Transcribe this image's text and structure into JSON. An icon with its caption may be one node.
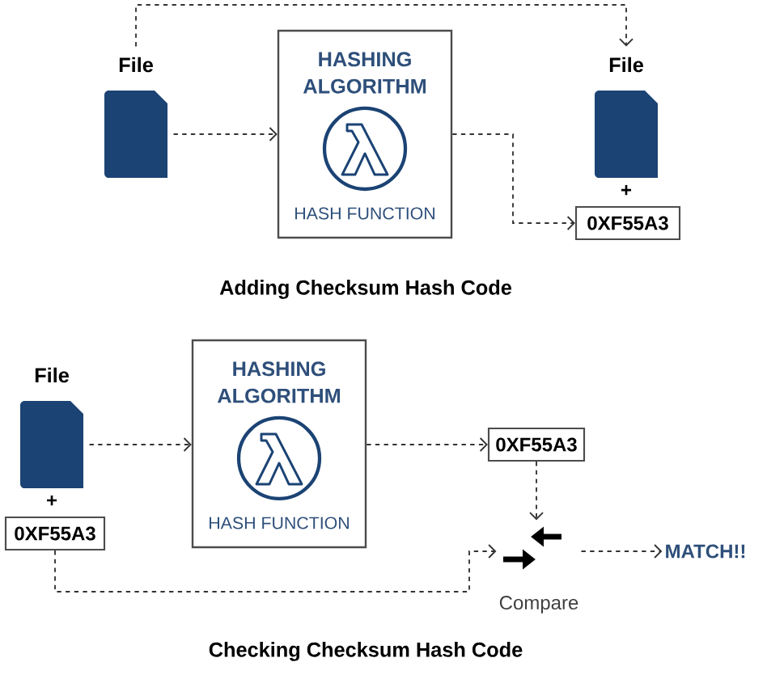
{
  "diagram": {
    "nodes": [
      {
        "text": [
          "File"
        ]
      },
      {
        "text": [
          "HASHING ALGORITHM",
          "HASH FUNCTION"
        ]
      },
      {
        "text": [
          "File"
        ],
        "beside": [
          "+"
        ]
      },
      {
        "text": [
          "0XF55A3"
        ]
      },
      {
        "text": [
          "File"
        ],
        "beside": [
          "+"
        ]
      },
      {
        "text": [
          "0XF55A3"
        ]
      },
      {
        "text": [
          "HASHING ALGORITHM",
          "HASH FUNCTION"
        ]
      },
      {
        "text": [
          "0XF55A3"
        ]
      },
      {
        "text": [
          "Compare"
        ]
      },
      {
        "text": [
          "MATCH!!"
        ]
      }
    ],
    "edges": [
      {
        "from": 0,
        "to": 1,
        "arrow": "to"
      },
      {
        "from": 1,
        "to": 3,
        "arrow": "to"
      },
      {
        "from": 0,
        "to": 2,
        "arrow": "to"
      },
      {
        "from": 4,
        "to": 6,
        "arrow": "to"
      },
      {
        "from": 6,
        "to": 7,
        "arrow": "to"
      },
      {
        "from": 7,
        "to": 8,
        "arrow": "to"
      },
      {
        "from": 5,
        "to": 8,
        "arrow": "to"
      },
      {
        "from": 8,
        "to": 9,
        "arrow": "to"
      }
    ],
    "labels": [
      "Adding Checksum Hash Code",
      "Checking Checksum Hash Code"
    ]
  }
}
